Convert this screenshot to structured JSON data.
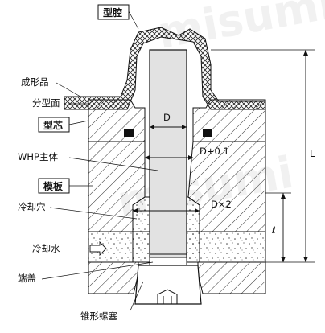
{
  "labels": {
    "cavity": "型腔",
    "molded_part": "成形品",
    "parting_line": "分型面",
    "core": "型芯",
    "whp_body": "WHP主体",
    "template": "模板",
    "cooling_hole": "冷却穴",
    "cooling_water": "冷却水",
    "end_cap": "端盖",
    "taper_plug": "锥形螺塞"
  },
  "dimensions": {
    "d": "D",
    "d_plus": "D+0.1",
    "d_times": "D×2",
    "l_total": "L",
    "l_small": "ℓ"
  },
  "watermark": "misumi",
  "colors": {
    "ink": "#111111",
    "body_fill": "#e2e2e2",
    "background": "#ffffff"
  }
}
